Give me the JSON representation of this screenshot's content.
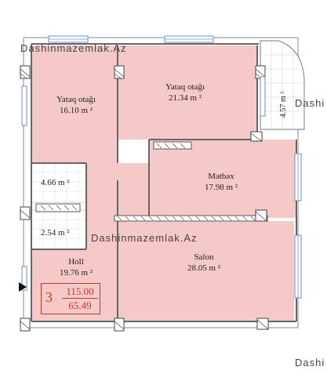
{
  "watermark": "Dashinmazemlak.Az",
  "watermark_short": "Dashi",
  "colors": {
    "room_fill": "#f6c9c9",
    "wall": "#555555",
    "accent": "#c0392b"
  },
  "rooms": {
    "bedroom1": {
      "name": "Yataq otağı",
      "area": "16.10 m ²"
    },
    "bedroom2": {
      "name": "Yataq otağı",
      "area": "21.34 m ²"
    },
    "kitchen": {
      "name": "Mətbəx",
      "area": "17.98 m ²"
    },
    "bathroom": {
      "area": "4.66 m ²"
    },
    "wc": {
      "area": "2.54 m ²"
    },
    "hall": {
      "name": "Holl",
      "area": "19.76 m ²"
    },
    "salon": {
      "name": "Salon",
      "area": "28.05 m ²"
    },
    "balcony": {
      "area": "4.57 m ²"
    }
  },
  "info": {
    "rooms_count": "3",
    "total_area": "115.00",
    "living_area": "65.49"
  }
}
